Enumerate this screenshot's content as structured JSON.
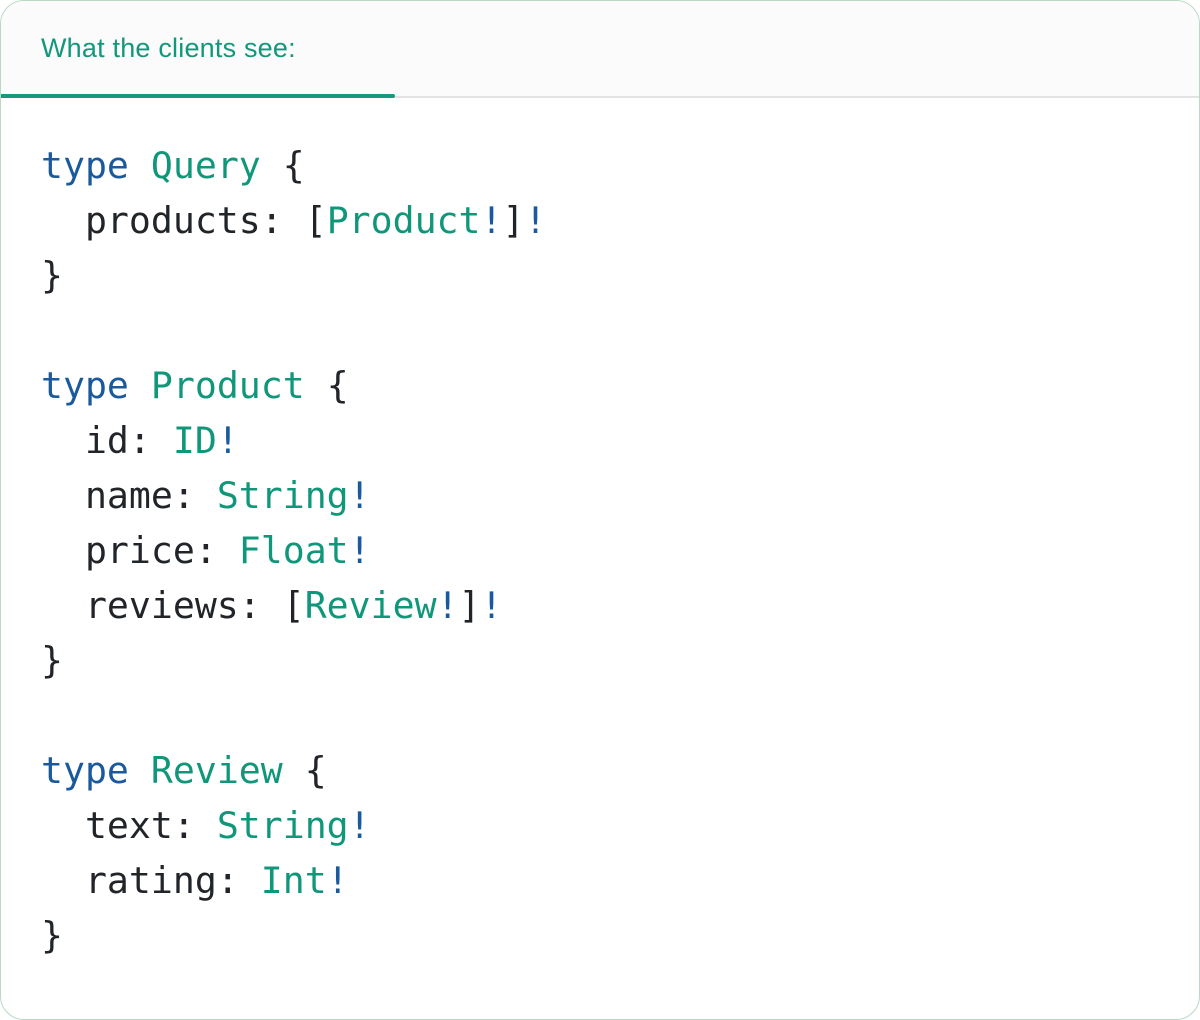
{
  "panel": {
    "tab": {
      "label": "What the clients see:"
    },
    "colors": {
      "type_teal": "#10977a",
      "keyword_blue": "#1a5a9c",
      "text_dark": "#212529",
      "tab_label_teal": "#12977b",
      "active_tab_underline": "#16997c",
      "divider_gray": "#e3e3e3",
      "header_background": "#fbfbfb",
      "card_border_green": "#b9d9c3",
      "card_background": "#ffffff"
    },
    "code": {
      "lines": [
        [
          {
            "t": "type",
            "c": "kw"
          },
          {
            "t": " ",
            "c": "pl"
          },
          {
            "t": "Query",
            "c": "ty"
          },
          {
            "t": " {",
            "c": "pl"
          }
        ],
        [
          {
            "t": "  products: [",
            "c": "pl"
          },
          {
            "t": "Product",
            "c": "ty"
          },
          {
            "t": "!",
            "c": "kw"
          },
          {
            "t": "]",
            "c": "pl"
          },
          {
            "t": "!",
            "c": "kw"
          }
        ],
        [
          {
            "t": "}",
            "c": "pl"
          }
        ],
        [],
        [
          {
            "t": "type",
            "c": "kw"
          },
          {
            "t": " ",
            "c": "pl"
          },
          {
            "t": "Product",
            "c": "ty"
          },
          {
            "t": " {",
            "c": "pl"
          }
        ],
        [
          {
            "t": "  id: ",
            "c": "pl"
          },
          {
            "t": "ID",
            "c": "ty"
          },
          {
            "t": "!",
            "c": "kw"
          }
        ],
        [
          {
            "t": "  name: ",
            "c": "pl"
          },
          {
            "t": "String",
            "c": "ty"
          },
          {
            "t": "!",
            "c": "kw"
          }
        ],
        [
          {
            "t": "  price: ",
            "c": "pl"
          },
          {
            "t": "Float",
            "c": "ty"
          },
          {
            "t": "!",
            "c": "kw"
          }
        ],
        [
          {
            "t": "  reviews: [",
            "c": "pl"
          },
          {
            "t": "Review",
            "c": "ty"
          },
          {
            "t": "!",
            "c": "kw"
          },
          {
            "t": "]",
            "c": "pl"
          },
          {
            "t": "!",
            "c": "kw"
          }
        ],
        [
          {
            "t": "}",
            "c": "pl"
          }
        ],
        [],
        [
          {
            "t": "type",
            "c": "kw"
          },
          {
            "t": " ",
            "c": "pl"
          },
          {
            "t": "Review",
            "c": "ty"
          },
          {
            "t": " {",
            "c": "pl"
          }
        ],
        [
          {
            "t": "  text: ",
            "c": "pl"
          },
          {
            "t": "String",
            "c": "ty"
          },
          {
            "t": "!",
            "c": "kw"
          }
        ],
        [
          {
            "t": "  rating: ",
            "c": "pl"
          },
          {
            "t": "Int",
            "c": "ty"
          },
          {
            "t": "!",
            "c": "kw"
          }
        ],
        [
          {
            "t": "}",
            "c": "pl"
          }
        ]
      ]
    }
  }
}
